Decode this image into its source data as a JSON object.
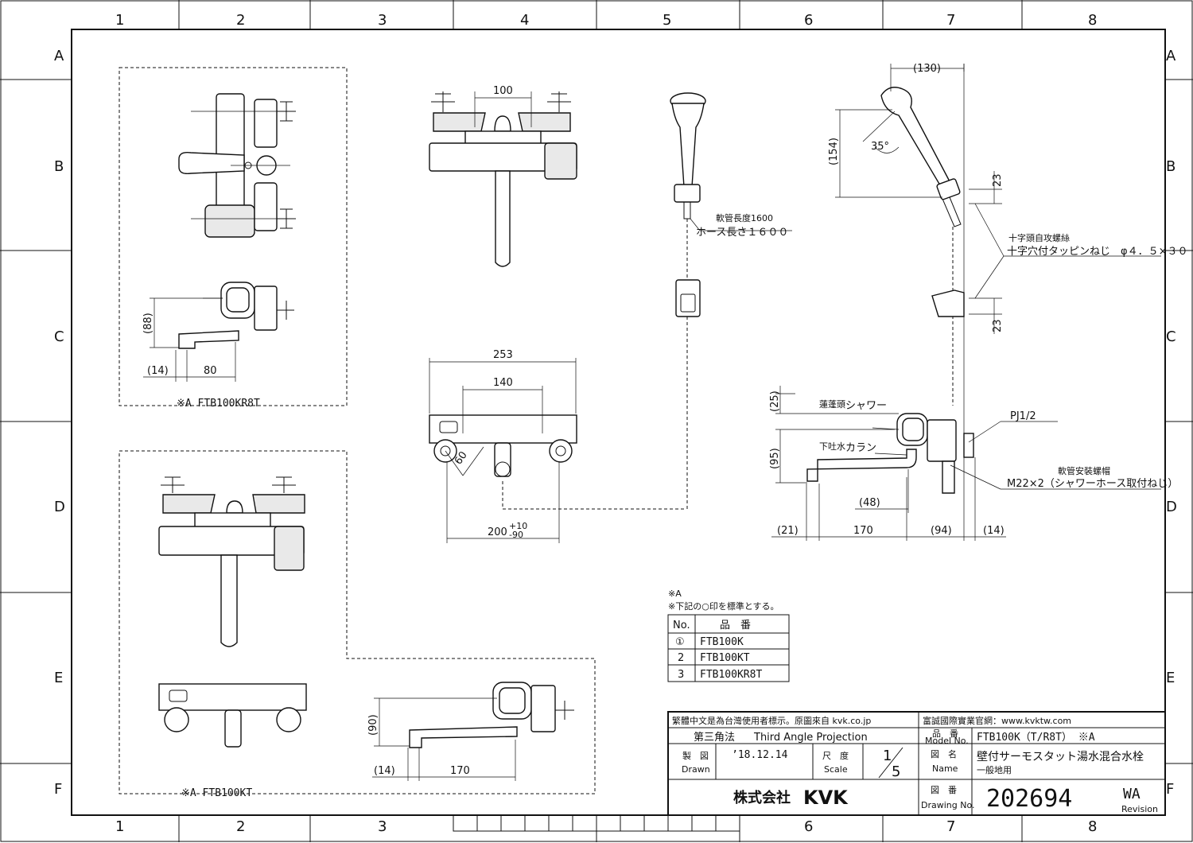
{
  "grid": {
    "columns": [
      "1",
      "2",
      "3",
      "4",
      "5",
      "6",
      "7",
      "8"
    ],
    "rows": [
      "A",
      "B",
      "C",
      "D",
      "E",
      "F"
    ]
  },
  "views": {
    "kr8t_label": "※A  FTB100KR8T",
    "kt_label": "※A  FTB100KT",
    "kr8t_dims": {
      "d88": "(88)",
      "d14": "(14)",
      "d80": "80"
    },
    "kt_dims": {
      "d90": "(90)",
      "d14": "(14)",
      "d170": "170"
    },
    "top_front_dims": {
      "d100": "100"
    },
    "bottom_front_dims": {
      "d253": "253",
      "d140": "140",
      "d60": "60",
      "d200": "200",
      "d200_sup": "+10",
      "d200_sub": "-90"
    },
    "shower_labels": {
      "hose_cn": "軟管長度1600",
      "hose_jp": "ホース長さ１６００"
    },
    "side_dims": {
      "d130": "(130)",
      "d154": "(154)",
      "d35": "35°",
      "d23a": "23",
      "d23b": "23",
      "screw_cn": "十字頭自攻螺絲",
      "screw_jp": "十字穴付タッピンねじ　φ４．５×３０",
      "d25": "(25)",
      "d95": "(95)",
      "shower_cn": "蓮蓬頭",
      "shower_jp": "シャワー",
      "spout_cn": "下吐水",
      "spout_jp": "カラン",
      "pj": "PJ1/2",
      "nut_cn": "軟管安裝螺帽",
      "nut_jp": "M22×2（シャワーホース取付ねじ）",
      "d48": "(48)",
      "d21": "(21)",
      "d170": "170",
      "d94": "(94)",
      "d14": "(14)"
    }
  },
  "notes": {
    "line1": "※A",
    "line2": "※下記の○印を標準とする。"
  },
  "variants_table": {
    "headers": [
      "No.",
      "品　番"
    ],
    "rows": [
      {
        "no": "①",
        "part": "FTB100K"
      },
      {
        "no": "2",
        "part": "FTB100KT"
      },
      {
        "no": "3",
        "part": "FTB100KR8T"
      }
    ]
  },
  "title_block": {
    "notice_left": "繁體中文是為台灣使用者標示。原圖來自 kvk.co.jp",
    "notice_right": "富誠國際實業官網：www.kvktw.com",
    "projection_jp": "第三角法",
    "projection_en": "Third Angle Projection",
    "model_label_jp": "品　番",
    "model_label_en": "Model No.",
    "model_value": "FTB100K（T/R8T） ※A",
    "drawn_label_jp": "製　図",
    "drawn_label_en": "Drawn",
    "drawn_date": "’18.12.14",
    "scale_label_jp": "尺　度",
    "scale_label_en": "Scale",
    "scale_num": "1",
    "scale_den": "5",
    "name_label_jp": "図　名",
    "name_label_en": "Name",
    "name_value": "壁付サーモスタット湯水混合水栓",
    "name_sub": "一般地用",
    "company_jp": "株式会社",
    "company_brand": "KVK",
    "drawing_label_jp": "図　番",
    "drawing_label_en": "Drawing No.",
    "drawing_number": "202694",
    "revision_value": "WA",
    "revision_label": "Revision"
  }
}
